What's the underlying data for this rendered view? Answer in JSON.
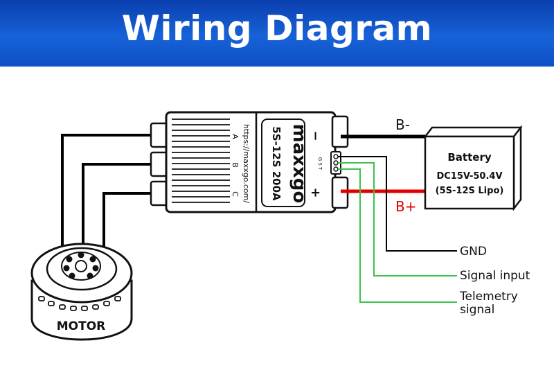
{
  "header": {
    "title": "Wiring Diagram"
  },
  "esc": {
    "brand": "maxxgo",
    "model": "5S-12S 200A",
    "url": "https://maxxgo.com/",
    "phase_labels": [
      "A",
      "B",
      "C"
    ],
    "signal_pins": "G S T",
    "minus_sign": "−",
    "plus_sign": "+"
  },
  "battery": {
    "title": "Battery",
    "voltage": "DC15V-50.4V",
    "cells": "(5S-12S Lipo)"
  },
  "wires": {
    "b_minus": "B-",
    "b_plus": "B+",
    "gnd": "GND",
    "signal_input": "Signal input",
    "telemetry_line1": "Telemetry",
    "telemetry_line2": "signal"
  },
  "motor": {
    "label": "MOTOR"
  },
  "colors": {
    "banner": "#1558d0",
    "b_minus_wire": "#000000",
    "b_plus_wire": "#e00000",
    "b_plus_label": "#e00000",
    "signal_wire": "#3cc24a",
    "gnd_wire": "#000000"
  }
}
